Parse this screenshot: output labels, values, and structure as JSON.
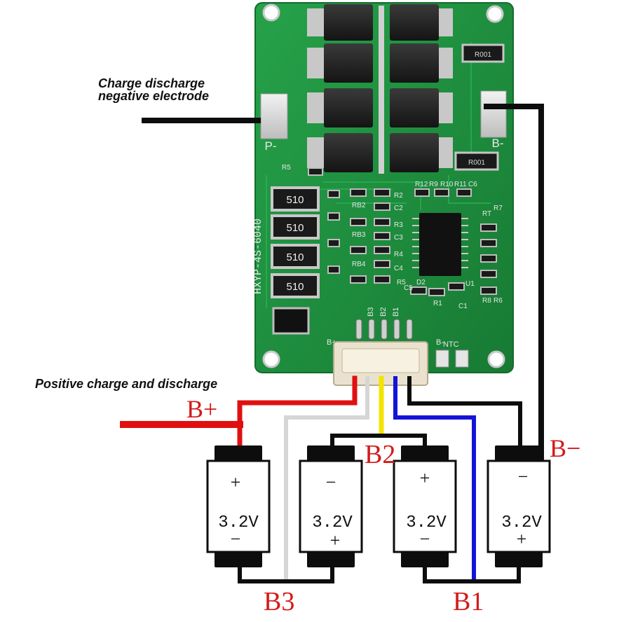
{
  "callouts": {
    "negative": [
      "Charge discharge",
      "negative electrode"
    ],
    "positive": "Positive charge and discharge"
  },
  "board": {
    "model": "HXYP-4S-6040",
    "pad_p_minus": "P-",
    "pad_b_minus": "B-",
    "resistor_value": "510",
    "connector_b_plus": "B+",
    "connector_b_minus": "B-",
    "ntc": "NTC",
    "pin_labels": [
      "B3",
      "B2",
      "B1"
    ],
    "ref_labels": [
      "R12",
      "R9",
      "R10",
      "R11",
      "C6",
      "RB2",
      "C2",
      "R2",
      "RB3",
      "C3",
      "R3",
      "RB4",
      "C4",
      "R4",
      "R5",
      "C5",
      "D2",
      "U1",
      "R1",
      "C1",
      "R5",
      "RT",
      "R8",
      "R6",
      "R7",
      "R001",
      "R001"
    ]
  },
  "wire_labels": {
    "b_plus": "B+",
    "b_minus": "B−",
    "b1": "B1",
    "b2": "B2",
    "b3": "B3"
  },
  "cells": [
    {
      "voltage": "3.2V",
      "top_sign": "+",
      "bottom_sign": "−"
    },
    {
      "voltage": "3.2V",
      "top_sign": "−",
      "bottom_sign": "+"
    },
    {
      "voltage": "3.2V",
      "top_sign": "+",
      "bottom_sign": "−"
    },
    {
      "voltage": "3.2V",
      "top_sign": "−",
      "bottom_sign": "+"
    }
  ],
  "colors": {
    "board": "#1e8a3c",
    "wire_red": "#e01010",
    "wire_black": "#0d0d0d",
    "wire_white": "#d6d6d6",
    "wire_yellow": "#f3e400",
    "wire_blue": "#1414d8",
    "label_red": "#d41a1a"
  }
}
